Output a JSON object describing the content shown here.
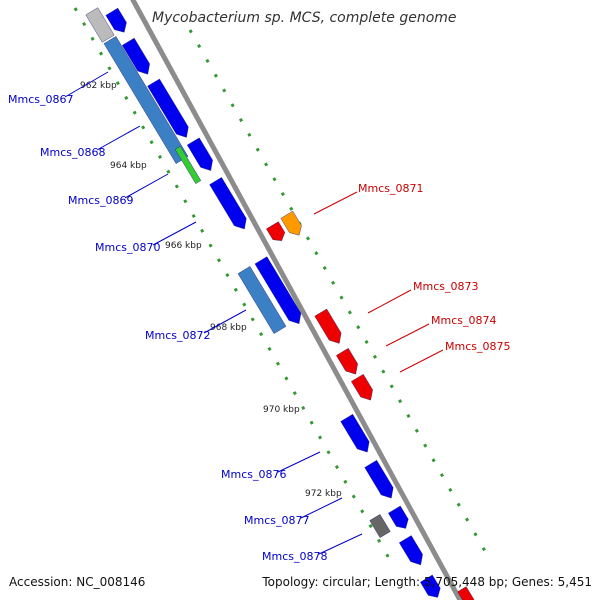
{
  "title": "Mycobacterium sp. MCS, complete genome",
  "footer": {
    "accession": "Accession: NC_008146",
    "topology": "Topology: circular; Length: 5,705,448 bp; Genes: 5,451"
  },
  "colors": {
    "backbone": "#8c8c8c",
    "forward_gene": "#0000ee",
    "reverse_gene": "#ee0000",
    "pseudo_gene": "#ff9900",
    "rna_gene": "#3b7fc4",
    "gc_skew_track": "#339933",
    "label_forward": "#0000cc",
    "label_reverse": "#cc0000"
  },
  "ruler": [
    "962 kbp",
    "964 kbp",
    "966 kbp",
    "968 kbp",
    "970 kbp",
    "972 kbp"
  ],
  "genes": {
    "forward": [
      "Mmcs_0867",
      "Mmcs_0868",
      "Mmcs_0869",
      "Mmcs_0870",
      "Mmcs_0872",
      "Mmcs_0876",
      "Mmcs_0877",
      "Mmcs_0878"
    ],
    "reverse": [
      "Mmcs_0871",
      "Mmcs_0873",
      "Mmcs_0874",
      "Mmcs_0875"
    ]
  }
}
